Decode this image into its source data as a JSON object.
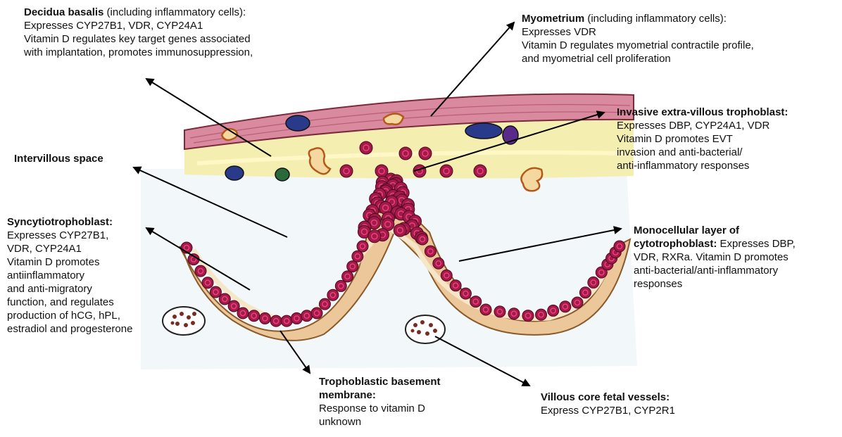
{
  "labels": {
    "decidua": {
      "title": "Decidua basalis",
      "suffix": " (including inflammatory cells):",
      "lines": [
        "Expresses CYP27B1, VDR, CYP24A1",
        "Vitamin D regulates key target genes associated",
        "with implantation, promotes immunosuppression,"
      ]
    },
    "myometrium": {
      "title": "Myometrium",
      "suffix": " (including inflammatory cells):",
      "lines": [
        "Expresses VDR",
        "Vitamin D regulates myometrial contractile profile,",
        "and myometrial cell proliferation"
      ]
    },
    "evt": {
      "title": "Invasive extra-villous trophoblast:",
      "lines": [
        "Expresses DBP, CYP24A1, VDR",
        "Vitamin D promotes EVT",
        "invasion and anti-bacterial/",
        "anti-inflammatory responses"
      ]
    },
    "intervillous": {
      "title": "Intervillous space"
    },
    "syncytio": {
      "title": "Syncytiotrophoblast:",
      "lines": [
        "Expresses CYP27B1,",
        "VDR, CYP24A1",
        "Vitamin D promotes",
        "antiinflammatory",
        "and anti-migratory",
        "function, and regulates",
        "production of hCG, hPL,",
        "estradiol and progesterone"
      ]
    },
    "mono": {
      "title1": "Monocellular layer of",
      "title2": "cytotrophoblast:",
      "line2rest": " Expresses DBP,",
      "lines": [
        "VDR, RXRa. Vitamin D promotes",
        "anti-bacterial/anti-inflammatory",
        "responses"
      ]
    },
    "tbm": {
      "title1": "Trophoblastic basement",
      "title2": "membrane:",
      "lines": [
        "Response to vitamin D",
        "unknown"
      ]
    },
    "vcv": {
      "title": "Villous core fetal vessels:",
      "lines": [
        "Express CYP27B1, CYP2R1"
      ]
    }
  },
  "colors": {
    "myometrium": "#d98a9e",
    "decidua": "#f4eeb0",
    "villus": "#ebc79a",
    "cell": "#a3194a",
    "cell_inner": "#e8447a",
    "vessel_dark": "#7a2a20"
  }
}
